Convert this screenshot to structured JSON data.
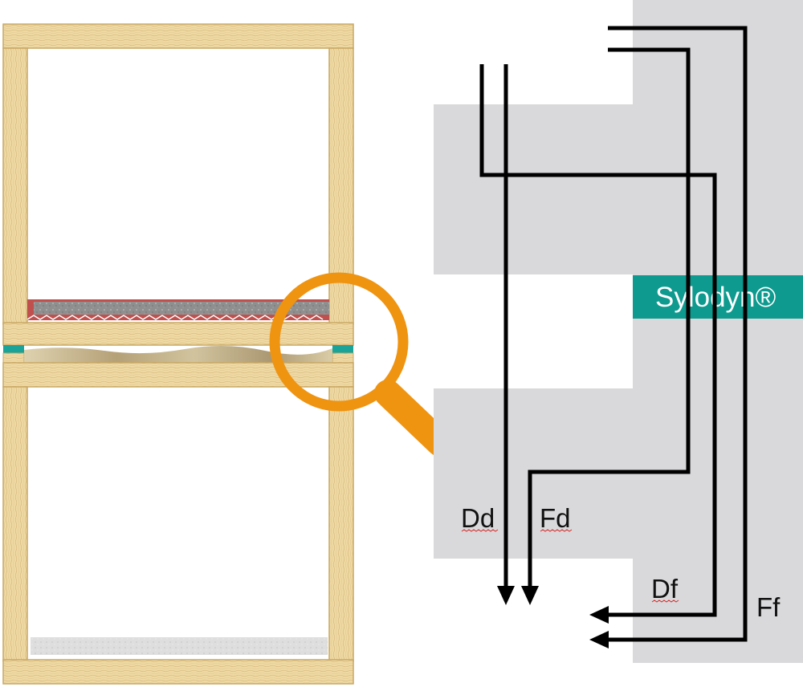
{
  "diagram": {
    "brand_label": "Sylodyn®",
    "path_labels": {
      "dd": "Dd",
      "fd": "Fd",
      "df": "Df",
      "ff": "Ff"
    },
    "colors": {
      "timber_face": "#efd9a3",
      "timber_edge": "#c9a864",
      "timber_grain": "#d7b980",
      "screed": "#8c8c8c",
      "fill_layer": "#b09a6a",
      "underlayer_red": "#c0504d",
      "ceiling_fill": "#dcdcdc",
      "resilient_layer": "#1aa399",
      "magnifier": "#ef9411",
      "section_gray": "#d9d9db",
      "brand_band": "#0e9a8e",
      "path_line": "#000000"
    },
    "icons": [
      "magnifier-icon"
    ]
  }
}
